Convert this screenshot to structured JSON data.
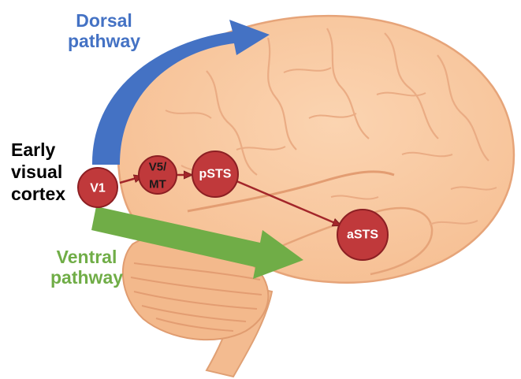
{
  "colors": {
    "dorsal": "#4472c4",
    "ventral": "#70ad47",
    "node_fill": "#c0393b",
    "node_stroke": "#8c1f23",
    "connector": "#a3262a",
    "brain_fill": "#f9c8a0",
    "brain_stroke": "#e6a479",
    "cerebellum_fill": "#f3b98c",
    "text": "#000000"
  },
  "labels": {
    "dorsal": [
      "Dorsal",
      "pathway"
    ],
    "ventral": [
      "Ventral",
      "pathway"
    ],
    "early_visual_cortex": [
      "Early",
      "visual",
      "cortex"
    ]
  },
  "nodes": {
    "v1": "V1",
    "v5_mt": [
      "V5/",
      "MT"
    ],
    "psts": "pSTS",
    "asts": "aSTS"
  }
}
